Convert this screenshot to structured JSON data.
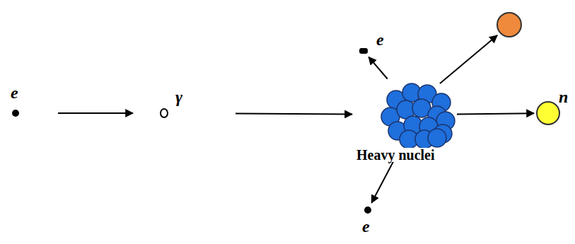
{
  "diagram": {
    "nodes": [
      {
        "text": [
          "e"
        ]
      },
      {
        "text": [
          "γ"
        ]
      },
      {
        "text": [
          "Heavy nuclei"
        ]
      },
      {
        "text": [
          "e"
        ]
      },
      {
        "text": [
          "n"
        ]
      },
      {
        "text": [
          "e"
        ]
      }
    ],
    "edges": [
      {
        "from": 0,
        "to": 1,
        "arrow": "to"
      },
      {
        "from": 1,
        "to": 2,
        "arrow": "to"
      },
      {
        "from": 2,
        "to": 3,
        "arrow": "to"
      },
      {
        "from": 2,
        "to": 4,
        "arrow": "to"
      },
      {
        "from": 2,
        "to": 5,
        "arrow": "to"
      }
    ]
  }
}
